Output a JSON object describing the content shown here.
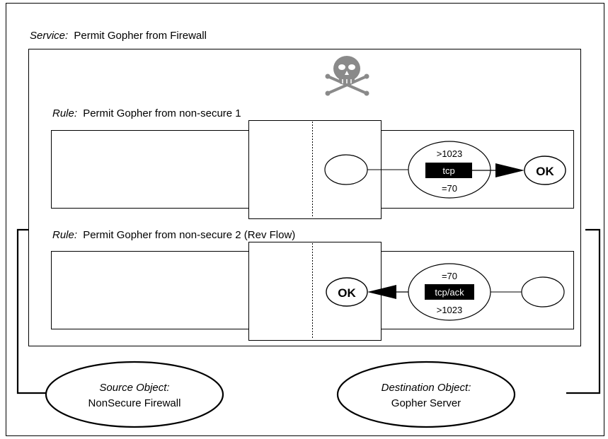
{
  "service": {
    "prefix": "Service:",
    "name": "Permit Gopher from Firewall"
  },
  "rules": [
    {
      "prefix": "Rule:",
      "name": "Permit Gopher from non-secure 1",
      "port_top": ">1023",
      "protocol": "tcp",
      "port_bottom": "=70",
      "result": "OK",
      "direction": "forward"
    },
    {
      "prefix": "Rule:",
      "name": "Permit Gopher from non-secure 2 (Rev Flow)",
      "port_top": "=70",
      "protocol": "tcp/ack",
      "port_bottom": ">1023",
      "result": "OK",
      "direction": "reverse"
    }
  ],
  "source_object": {
    "title": "Source Object:",
    "name": "NonSecure Firewall"
  },
  "destination_object": {
    "title": "Destination Object:",
    "name": "Gopher Server"
  },
  "icons": {
    "service_icon": "skull-crossbones-icon"
  },
  "colors": {
    "line": "#000000",
    "fill": "#ffffff",
    "protocol_bg": "#000000",
    "protocol_text": "#ffffff",
    "icon_gray": "#8a8a8a"
  }
}
